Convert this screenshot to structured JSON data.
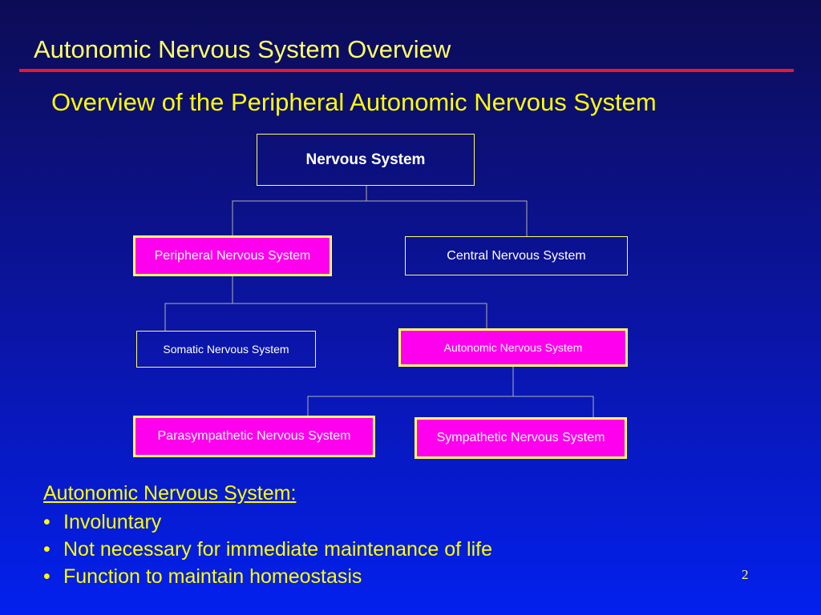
{
  "slide": {
    "title": "Autonomic Nervous System Overview",
    "subtitle": "Overview of the Peripheral Autonomic Nervous System",
    "page_number": "2"
  },
  "diagram": {
    "nodes": {
      "nervous_system": "Nervous System",
      "peripheral": "Peripheral Nervous System",
      "central": "Central Nervous System",
      "somatic": "Somatic Nervous System",
      "autonomic": "Autonomic Nervous System",
      "parasympathetic": "Parasympathetic Nervous System",
      "sympathetic": "Sympathetic Nervous System"
    },
    "edges": [
      [
        "nervous_system",
        "peripheral"
      ],
      [
        "nervous_system",
        "central"
      ],
      [
        "peripheral",
        "somatic"
      ],
      [
        "peripheral",
        "autonomic"
      ],
      [
        "autonomic",
        "parasympathetic"
      ],
      [
        "autonomic",
        "sympathetic"
      ]
    ],
    "highlighted": [
      "peripheral",
      "autonomic",
      "parasympathetic",
      "sympathetic"
    ]
  },
  "notes": {
    "heading": "Autonomic Nervous System:",
    "bullet_glyph": "•",
    "items": [
      "Involuntary",
      "Not necessary for immediate maintenance of life",
      "Function to maintain homeostasis"
    ]
  },
  "colors": {
    "background_top": "#0c0c55",
    "background_bottom": "#0320ee",
    "title_text": "#ffff66",
    "rule": "#e8182a",
    "highlight_fill": "#ff00ee",
    "box_border": "#ffff66",
    "connector": "#b0b0b0"
  }
}
